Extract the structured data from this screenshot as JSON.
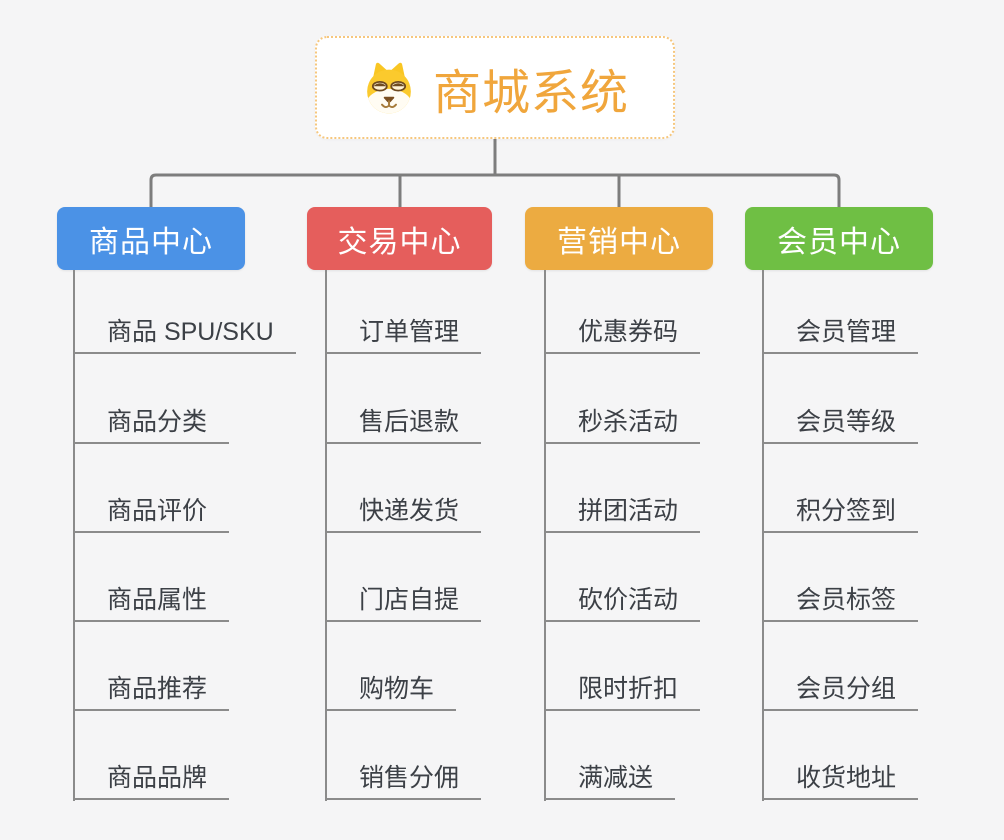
{
  "root": {
    "label": "商城系统",
    "icon": "dog-face-icon"
  },
  "branches": [
    {
      "label": "商品中心",
      "color": "#4b92e6",
      "children": [
        "商品 SPU/SKU",
        "商品分类",
        "商品评价",
        "商品属性",
        "商品推荐",
        "商品品牌"
      ]
    },
    {
      "label": "交易中心",
      "color": "#e55e5c",
      "children": [
        "订单管理",
        "售后退款",
        "快递发货",
        "门店自提",
        "购物车",
        "销售分佣"
      ]
    },
    {
      "label": "营销中心",
      "color": "#ecab41",
      "children": [
        "优惠券码",
        "秒杀活动",
        "拼团活动",
        "砍价活动",
        "限时折扣",
        "满减送"
      ]
    },
    {
      "label": "会员中心",
      "color": "#6fbf44",
      "children": [
        "会员管理",
        "会员等级",
        "积分签到",
        "会员标签",
        "会员分组",
        "收货地址"
      ]
    }
  ],
  "colors": {
    "background": "#f5f5f6",
    "connector": "#7d7d7d",
    "leaf_line": "#8b8b8b",
    "leaf_text": "#3c4046",
    "root_text": "#f0a63c",
    "root_border": "#f6c77e",
    "root_fill": "#ffffff"
  }
}
